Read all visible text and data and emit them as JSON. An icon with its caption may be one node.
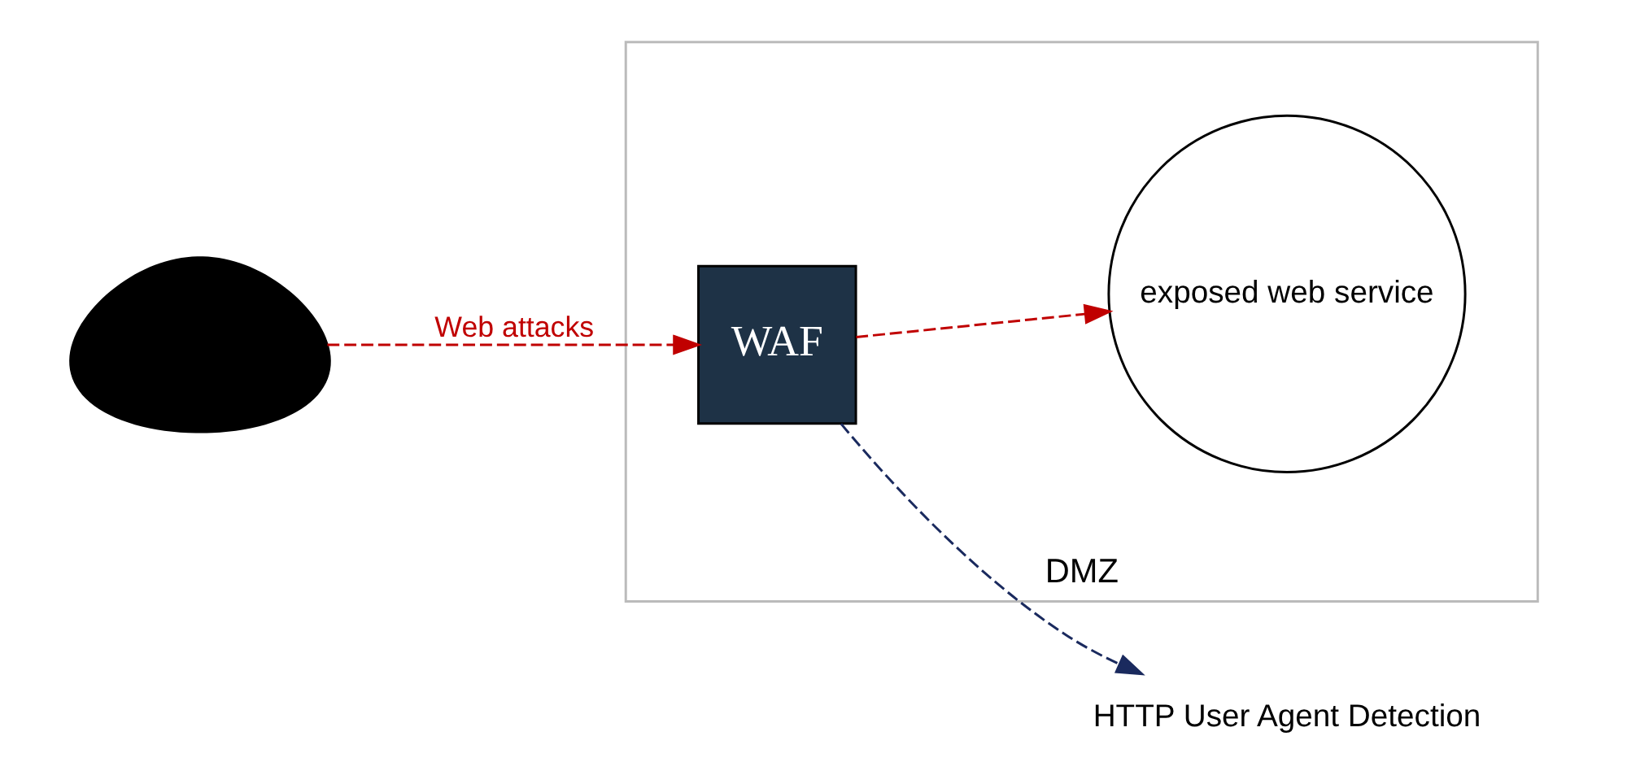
{
  "diagram": {
    "nodes": [
      {
        "text": [
          "DMZ"
        ]
      },
      {
        "text": [],
        "shape": "person"
      },
      {
        "text": [
          "WAF"
        ],
        "in": 0
      },
      {
        "text": [
          "exposed web service"
        ],
        "in": 0
      },
      {
        "text": [
          "HTTP User Agent Detection"
        ]
      }
    ],
    "edges": [
      {
        "from": 1,
        "to": 2,
        "arrow": "to",
        "label": "Web attacks",
        "style": "dashed"
      },
      {
        "from": 2,
        "to": 3,
        "arrow": "to",
        "style": "dashed"
      },
      {
        "from": 2,
        "to": 4,
        "arrow": "to",
        "style": "dashed",
        "color": "#1a2a5e"
      }
    ]
  }
}
